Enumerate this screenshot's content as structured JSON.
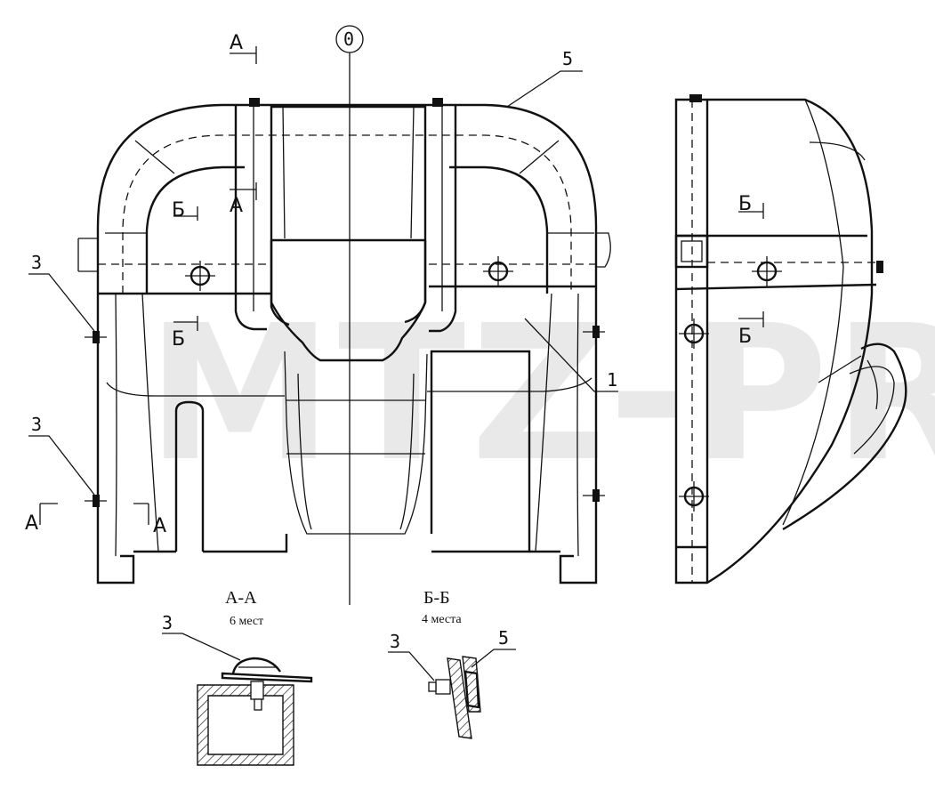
{
  "watermark": "MTZ-PRO",
  "axis_label": "0",
  "section_marks": {
    "a_top": "А",
    "a_mid": "А",
    "a_left": "А",
    "a_right": "А",
    "b_upper": "Б",
    "b_lower": "Б",
    "b_side_upper": "Б",
    "b_side_lower": "Б"
  },
  "callouts": {
    "part_5_front": "5",
    "part_3_upper": "3",
    "part_3_lower": "3",
    "part_1": "1",
    "part_3_aa": "3",
    "part_3_bb": "3",
    "part_5_bb": "5"
  },
  "sections": {
    "aa_title": "А-А",
    "aa_note": "6 мест",
    "bb_title": "Б-Б",
    "bb_note": "4 места"
  }
}
